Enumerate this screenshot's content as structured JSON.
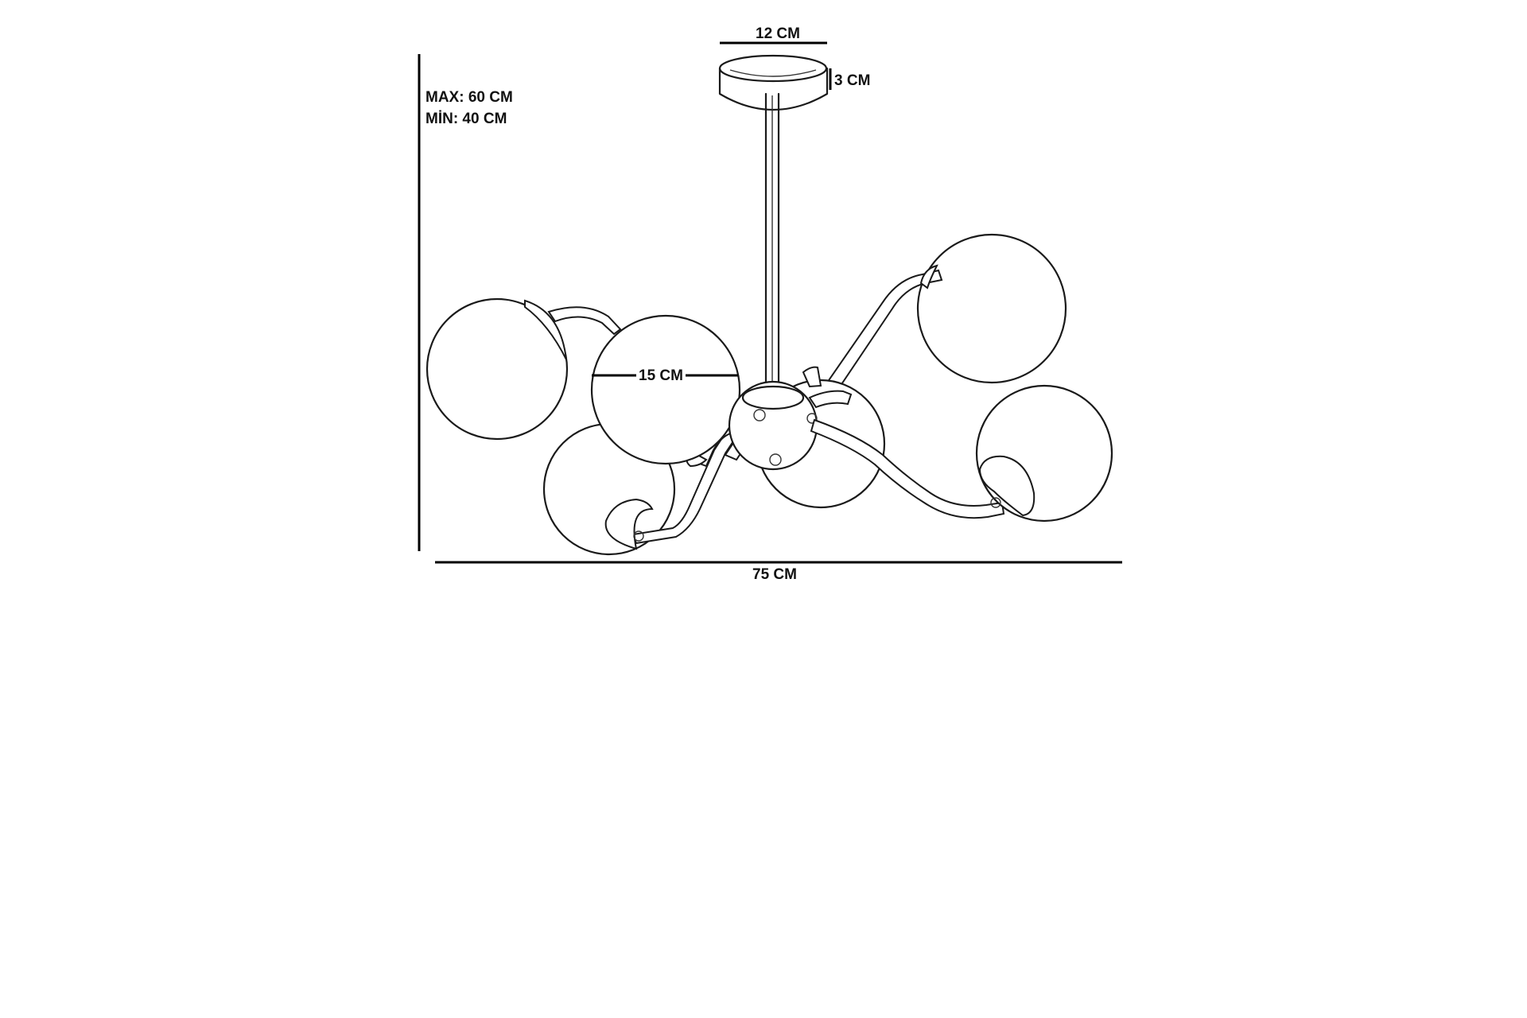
{
  "dimensions": {
    "canopy_width": "12 CM",
    "canopy_height": "3 CM",
    "height_max": "MAX: 60 CM",
    "height_min": "MİN: 40 CM",
    "globe_diameter": "15 CM",
    "total_width": "75 CM"
  },
  "colors": {
    "line": "#1a1a1a",
    "background": "#ffffff"
  }
}
